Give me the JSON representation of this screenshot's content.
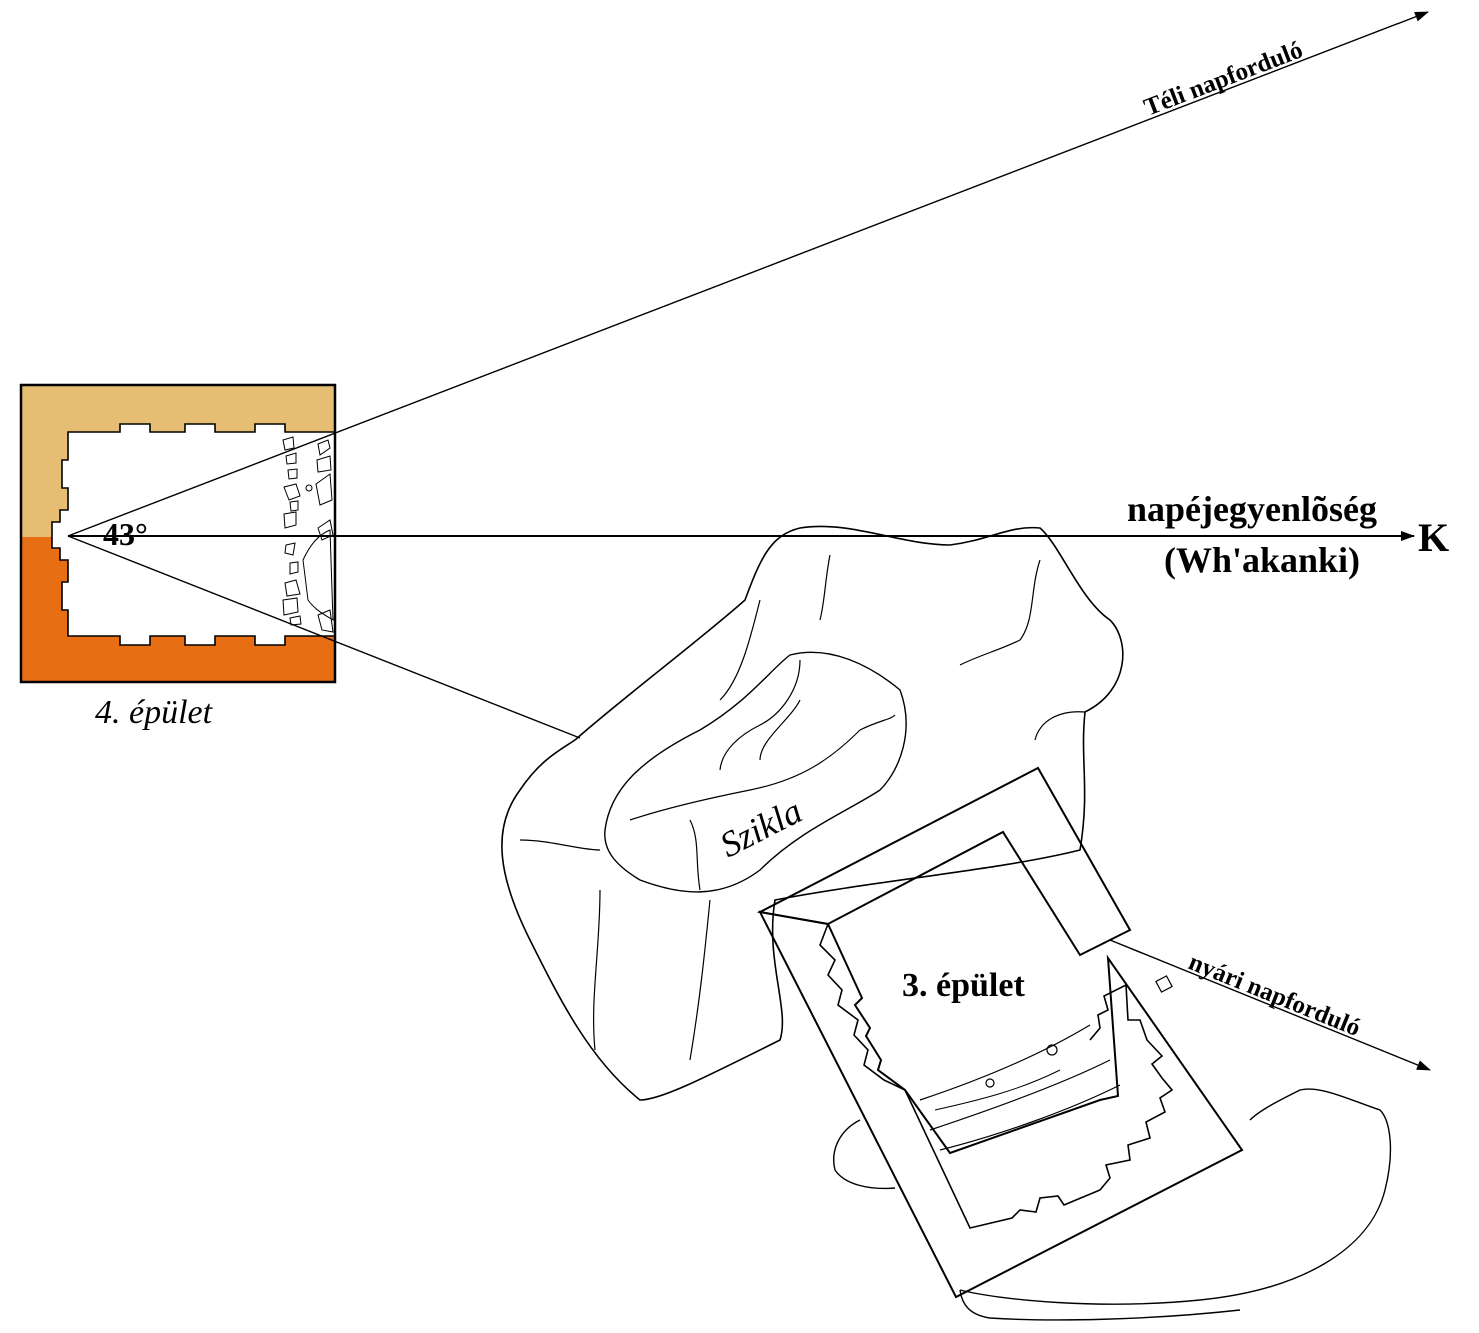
{
  "labels": {
    "winter_solstice": "Téli napforduló",
    "equinox": "napéjegyenlõség",
    "equinox_sub": "(Wh'akanki)",
    "east": "K",
    "angle": "43°",
    "building4": "4. épület",
    "rock": "Szikla",
    "building3": "3. épület",
    "summer_solstice": "nyári napforduló"
  },
  "colors": {
    "building4_top": "#E6BE73",
    "building4_bottom": "#E86E14",
    "ink": "#000000",
    "background": "#FFFFFF"
  }
}
